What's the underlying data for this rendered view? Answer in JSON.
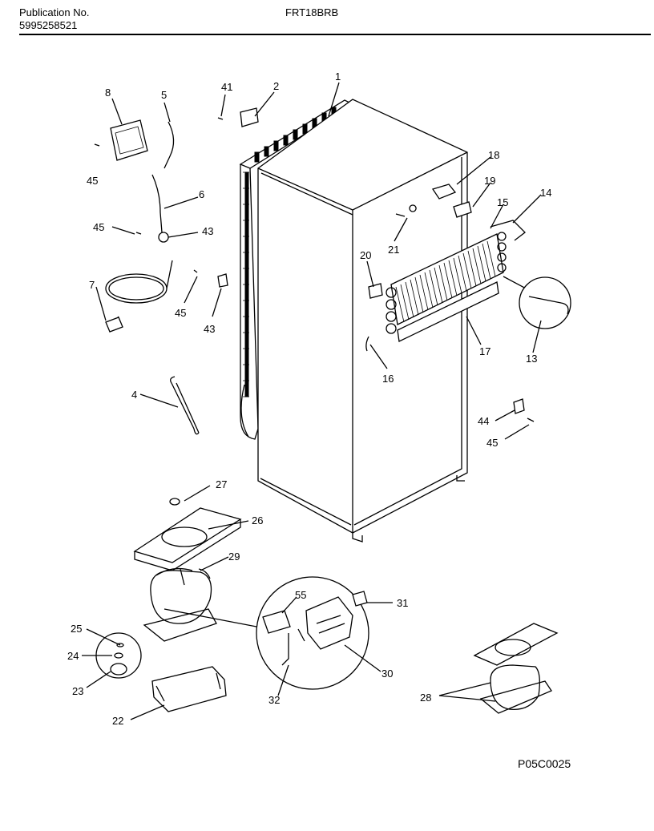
{
  "header": {
    "publication_label": "Publication No.",
    "publication_number": "5995258521",
    "model": "FRT18BRB"
  },
  "footer": {
    "code": "P05C0025"
  },
  "parts": {
    "p1": "1",
    "p2": "2",
    "p4": "4",
    "p5": "5",
    "p6": "6",
    "p7": "7",
    "p8": "8",
    "p13": "13",
    "p14": "14",
    "p15": "15",
    "p16": "16",
    "p17": "17",
    "p18": "18",
    "p19": "19",
    "p20": "20",
    "p21": "21",
    "p22": "22",
    "p23": "23",
    "p24": "24",
    "p25": "25",
    "p26": "26",
    "p27": "27",
    "p28": "28",
    "p29": "29",
    "p30": "30",
    "p31": "31",
    "p32": "32",
    "p41": "41",
    "p43a": "43",
    "p43b": "43",
    "p44": "44",
    "p45a": "45",
    "p45b": "45",
    "p45c": "45",
    "p45d": "45",
    "p55": "55"
  }
}
